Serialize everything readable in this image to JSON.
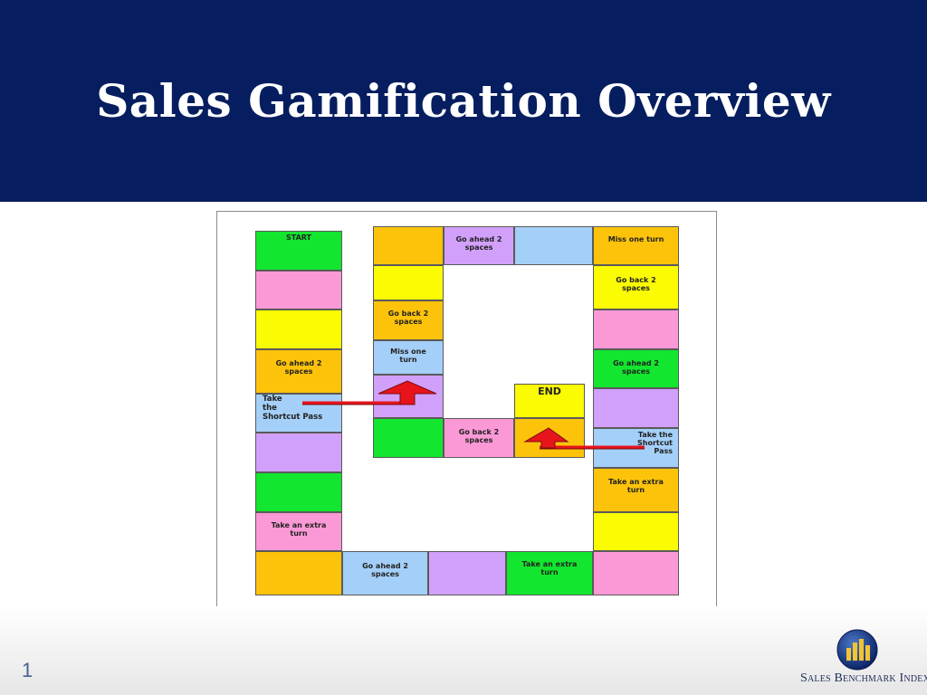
{
  "slide": {
    "title": "Sales Gamification Overview",
    "page_number": "1"
  },
  "logo": {
    "text": "Sales Benchmark Index"
  },
  "board": {
    "start": "START",
    "end": "END",
    "go_ahead_2": "Go ahead 2\nspaces",
    "go_back_2": "Go back 2\nspaces",
    "miss_one_turn": "Miss one turn",
    "miss_one_turn_stacked": "Miss one\nturn",
    "take_extra_turn": "Take an extra\nturn",
    "shortcut_left": "Take\n the\nShortcut Pass",
    "shortcut_right": "Take the\nShortcut\nPass"
  },
  "colors": {
    "header": "#061e5f",
    "green": "#12e62e",
    "pink": "#fb99d6",
    "yellow": "#fbfb04",
    "orange": "#fcc30a",
    "blue": "#a4cff8",
    "purple": "#d1a0fb",
    "arrow": "#e8141b"
  }
}
